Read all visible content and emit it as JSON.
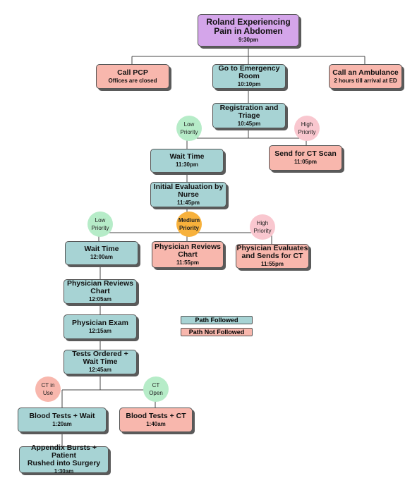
{
  "nodes": {
    "start": {
      "title": "Roland Experiencing\nPain in Abdomen",
      "sub": "9:30pm"
    },
    "call_pcp": {
      "title": "Call PCP",
      "sub": "Offices are closed"
    },
    "go_er": {
      "title": "Go to Emergency\nRoom",
      "sub": "10:10pm"
    },
    "ambulance": {
      "title": "Call an Ambulance",
      "sub": "2 hours till arrival at ED"
    },
    "registration": {
      "title": "Registration and\nTriage",
      "sub": "10:45pm"
    },
    "wait1": {
      "title": "Wait Time",
      "sub": "11:30pm"
    },
    "ct_scan": {
      "title": "Send for CT Scan",
      "sub": "11:05pm"
    },
    "initial_eval": {
      "title": "Initial Evaluation by\nNurse",
      "sub": "11:45pm"
    },
    "wait2": {
      "title": "Wait Time",
      "sub": "12:00am"
    },
    "phys_reviews_mid": {
      "title": "Physician Reviews\nChart",
      "sub": "11:55pm"
    },
    "phys_eval_ct": {
      "title": "Physician Evaluates\nand Sends for CT",
      "sub": "11:55pm"
    },
    "phys_reviews": {
      "title": "Physician Reviews\nChart",
      "sub": "12:05am"
    },
    "phys_exam": {
      "title": "Physician Exam",
      "sub": "12:15am"
    },
    "tests_ordered": {
      "title": "Tests Ordered +\nWait Time",
      "sub": "12:45am"
    },
    "blood_wait": {
      "title": "Blood Tests + Wait",
      "sub": "1:20am"
    },
    "blood_ct": {
      "title": "Blood Tests + CT",
      "sub": "1:40am"
    },
    "appendix": {
      "title": "Appendix Bursts + Patient\nRushed into Surgery",
      "sub": "1:30am"
    }
  },
  "decisions": {
    "low1": "Low\nPriority",
    "high1": "High\nPriority",
    "low2": "Low\nPriority",
    "medium2": "Medium\nPriority",
    "high2": "High\nPriority",
    "ct_in_use": "CT in\nUse",
    "ct_open": "CT\nOpen"
  },
  "legend": {
    "followed": "Path Followed",
    "not_followed": "Path Not Followed"
  },
  "colors": {
    "followed": "#a7d3d4",
    "not_followed": "#f8b7ad",
    "start": "#d4a5ea",
    "low_priority": "#b6ecc8",
    "high_priority": "#f9c7cf",
    "medium_priority": "#f7b13c"
  }
}
